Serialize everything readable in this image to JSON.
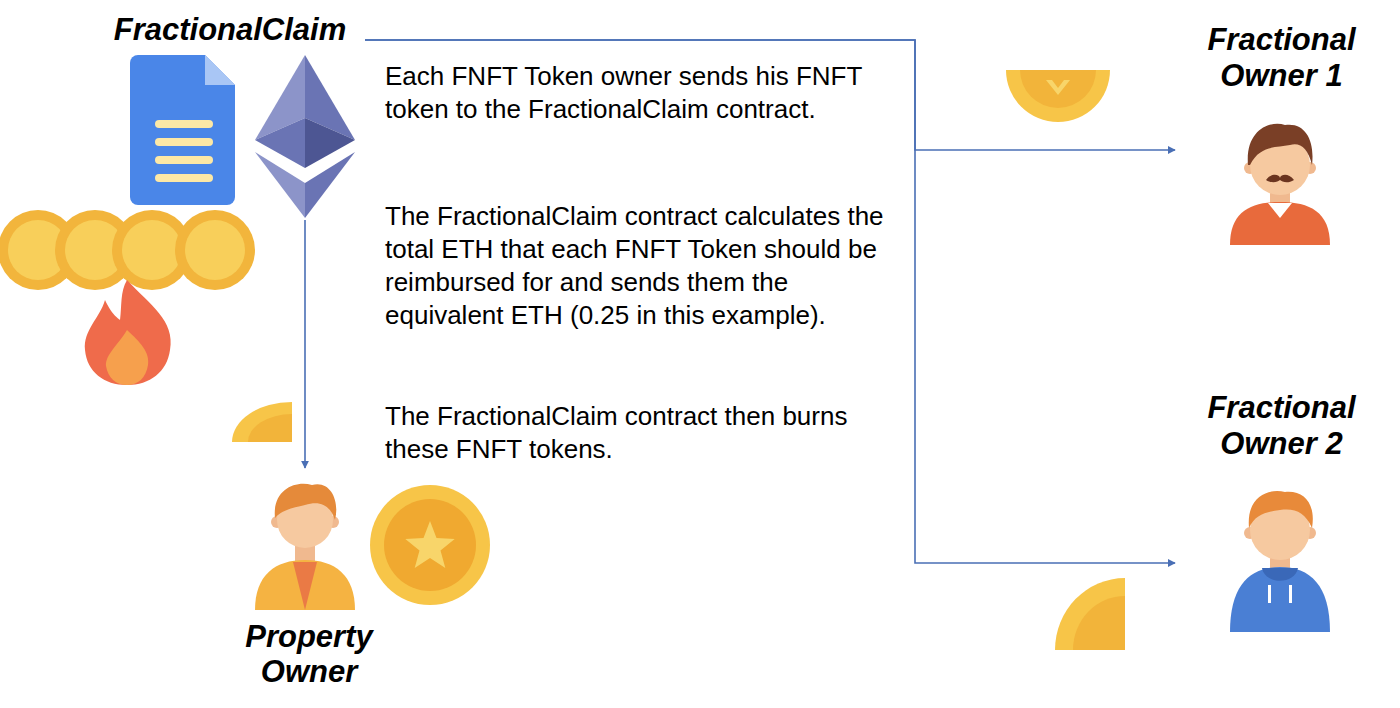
{
  "diagram": {
    "nodes": [
      {
        "text": [
          "FractionalClaim"
        ]
      },
      {
        "text": [
          "Property Owner"
        ]
      },
      {
        "text": [
          "Fractional Owner 1"
        ]
      },
      {
        "text": [
          "Fractional Owner 2"
        ]
      }
    ],
    "edges": [
      {
        "from": 0,
        "to": 1,
        "arrow": "to"
      },
      {
        "from": 0,
        "to": 2,
        "arrow": "to"
      },
      {
        "from": 0,
        "to": 3,
        "arrow": "to"
      }
    ],
    "labels": [
      "Each FNFT Token owner sends his FNFT token to the FractionalClaim contract.",
      "The FractionalClaim contract calculates the total ETH that each FNFT Token should be reimbursed for and sends them the equivalent ETH (0.25 in this example).",
      "The FractionalClaim contract then burns these FNFT tokens."
    ]
  }
}
